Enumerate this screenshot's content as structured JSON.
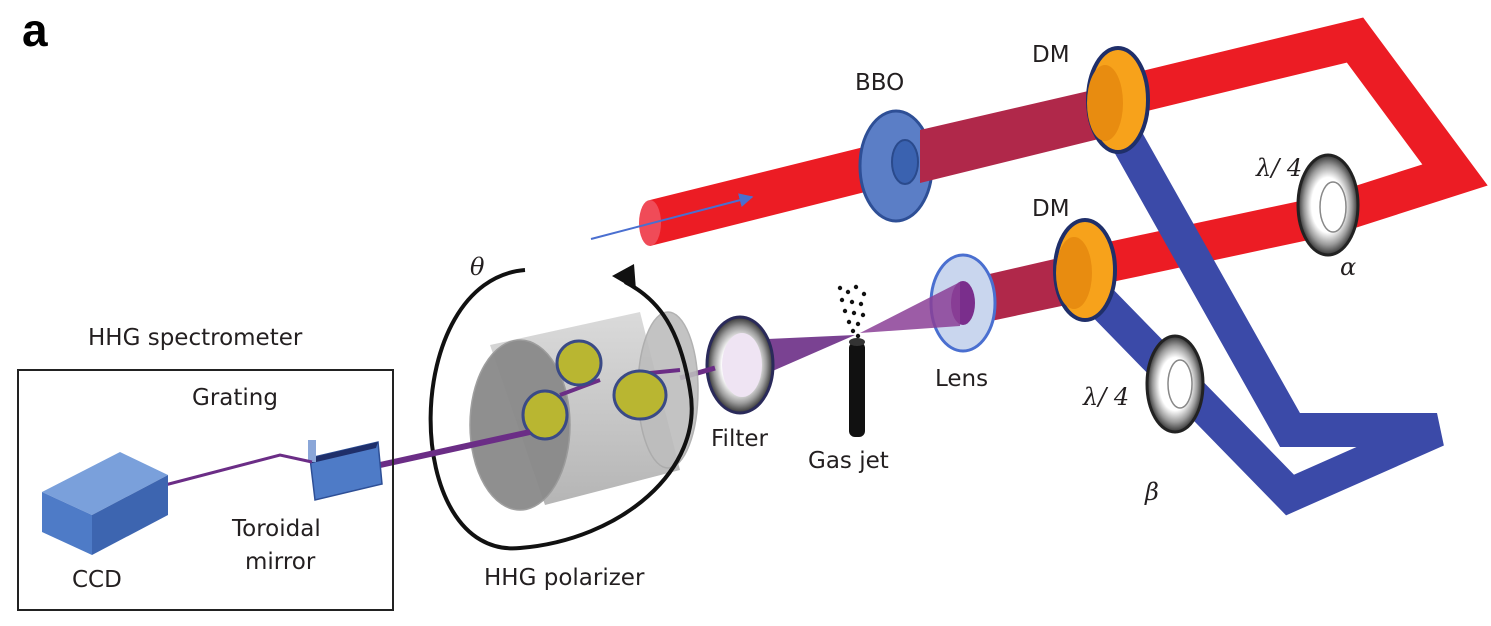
{
  "panel_label": "a",
  "labels": {
    "bbo": "BBO",
    "dm_top": "DM",
    "dm_bottom": "DM",
    "quarter_wave_top": "λ/ 4",
    "quarter_wave_bottom": "λ/ 4",
    "alpha": "α",
    "beta": "β",
    "theta": "θ",
    "lens": "Lens",
    "gas_jet": "Gas jet",
    "filter": "Filter",
    "hhg_polarizer": "HHG polarizer",
    "hhg_spectrometer": "HHG spectrometer",
    "grating": "Grating",
    "toroidal_mirror_line1": "Toroidal",
    "toroidal_mirror_line2": "mirror",
    "ccd": "CCD"
  },
  "colors": {
    "red_beam": "#ec1c24",
    "mixed_beam": "#b0284a",
    "blue_beam": "#3b4aa8",
    "harmonic_beam": "#6b2d86",
    "optic_blue": "#5b7ec6",
    "dm_orange": "#f7a21b",
    "polarizer_yellow": "#b9b631",
    "ccd_blue": "#4e7bc7"
  }
}
